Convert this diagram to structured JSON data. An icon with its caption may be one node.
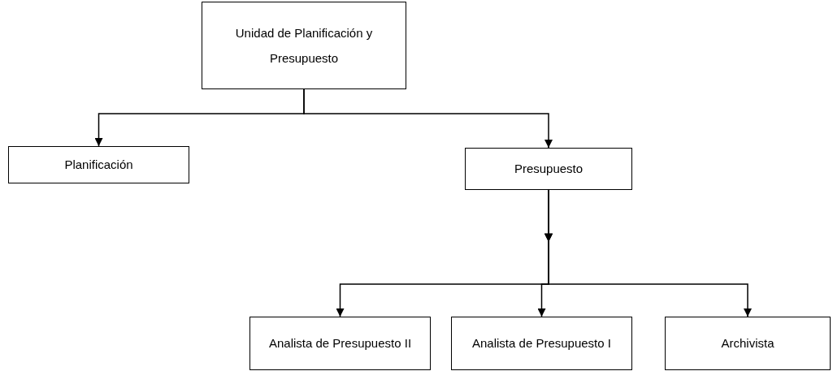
{
  "diagram": {
    "nodes": [
      {
        "text": [
          "Unidad de Planificación y Presupuesto"
        ]
      },
      {
        "text": [
          "Planificación"
        ]
      },
      {
        "text": [
          "Presupuesto"
        ]
      },
      {
        "text": [
          "Analista de Presupuesto II"
        ]
      },
      {
        "text": [
          "Analista de Presupuesto I"
        ]
      },
      {
        "text": [
          "Archivista"
        ]
      }
    ],
    "edges": [
      {
        "from": 0,
        "to": 1,
        "arrow": "to"
      },
      {
        "from": 0,
        "to": 2,
        "arrow": "to"
      },
      {
        "from": 2,
        "to": 3,
        "arrow": "to"
      },
      {
        "from": 2,
        "to": 4,
        "arrow": "to"
      },
      {
        "from": 2,
        "to": 5,
        "arrow": "to"
      }
    ]
  }
}
